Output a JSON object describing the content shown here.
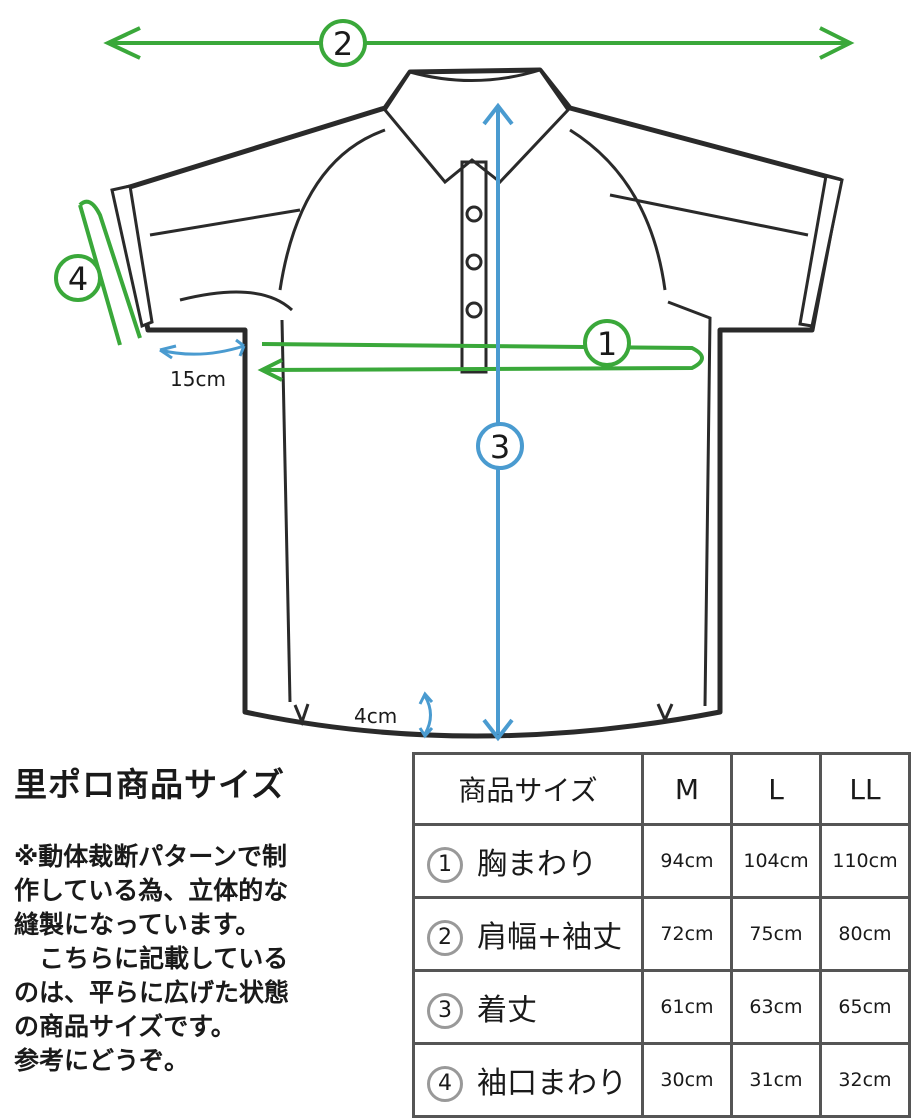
{
  "diagram": {
    "markers": {
      "chest": "1",
      "shoulder_sleeve": "2",
      "length": "3",
      "sleeve_opening": "4"
    },
    "underarm_offset": "15cm",
    "hem_offset": "4cm",
    "colors": {
      "green": "#3aa83a",
      "blue": "#4a9bd0",
      "outline": "#2a2a2a"
    }
  },
  "title": "里ポロ商品サイズ",
  "note_lines": [
    "※動体裁断パターンで制",
    "作している為、立体的な",
    "縫製になっています。",
    "　こちらに記載している",
    "のは、平らに広げた状態",
    "の商品サイズです。",
    "参考にどうぞ。"
  ],
  "table": {
    "header": [
      "商品サイズ",
      "M",
      "L",
      "LL"
    ],
    "rows": [
      {
        "num": "1",
        "label": "胸まわり",
        "values": [
          "94cm",
          "104cm",
          "110cm"
        ]
      },
      {
        "num": "2",
        "label": "肩幅+袖丈",
        "values": [
          "72cm",
          "75cm",
          "80cm"
        ]
      },
      {
        "num": "3",
        "label": "着丈",
        "values": [
          "61cm",
          "63cm",
          "65cm"
        ]
      },
      {
        "num": "4",
        "label": "袖口まわり",
        "values": [
          "30cm",
          "31cm",
          "32cm"
        ]
      }
    ]
  }
}
